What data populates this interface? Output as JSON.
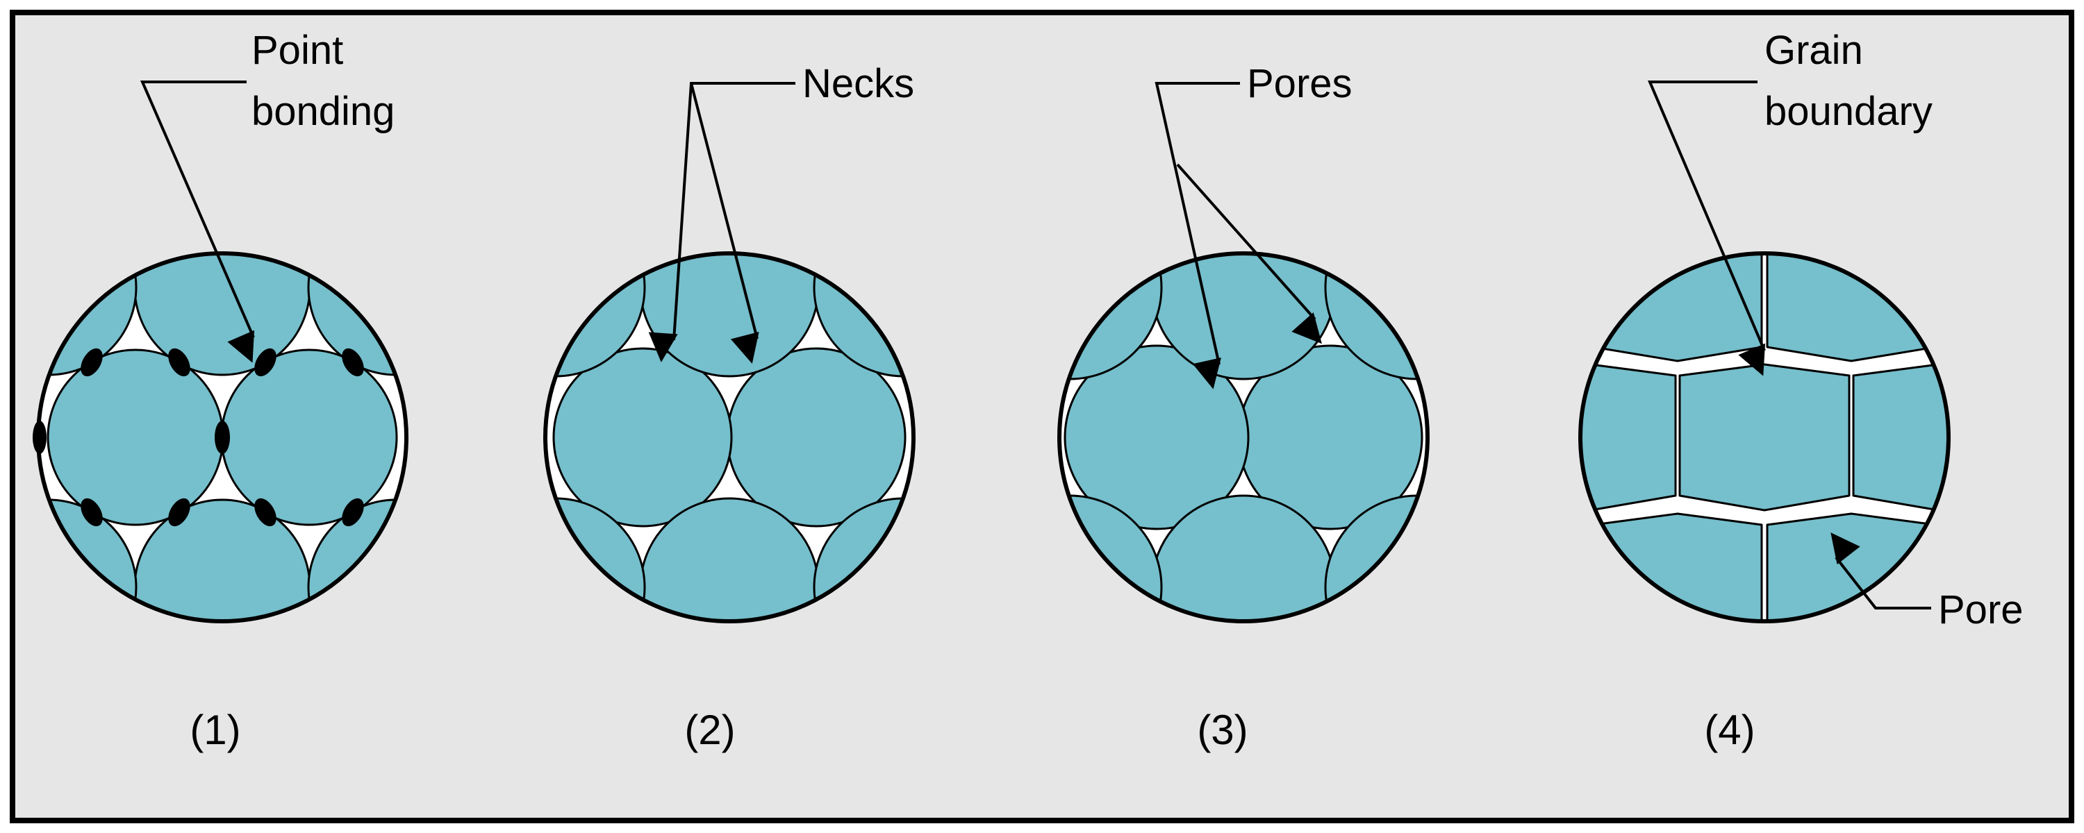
{
  "diagram": {
    "stages": [
      {
        "caption": "(1)",
        "labels": [
          "Point",
          "bonding"
        ]
      },
      {
        "caption": "(2)",
        "labels": [
          "Necks"
        ]
      },
      {
        "caption": "(3)",
        "labels": [
          "Pores"
        ]
      },
      {
        "caption": "(4)",
        "labels": [
          "Grain",
          "boundary"
        ],
        "extra_label": "Pore"
      }
    ]
  },
  "colors": {
    "grain": "#76bfcc",
    "pore": "#ffffff",
    "outline": "#000000",
    "background": "#e6e6e6"
  }
}
